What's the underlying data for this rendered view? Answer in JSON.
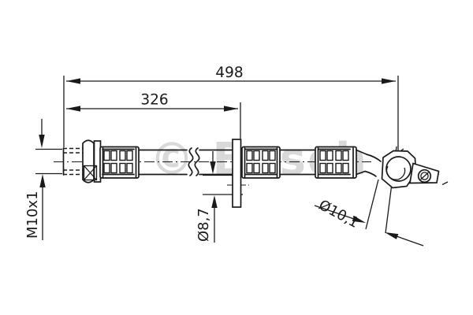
{
  "watermark": {
    "text": "© Bosch"
  },
  "dimensions": {
    "overall_length": "498",
    "intermediate_length": "326",
    "thread_spec": "M10x1",
    "bracket_hole_diameter": "Ø8,7",
    "banjo_hole_diameter": "Ø10,1"
  },
  "colors": {
    "line": "#1a1a1a",
    "watermark_gray": "#d4d4d4",
    "background": "#ffffff"
  }
}
